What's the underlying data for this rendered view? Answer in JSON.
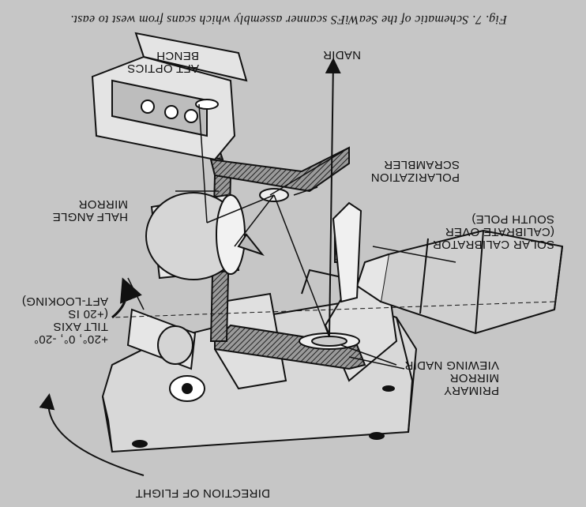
{
  "figure": {
    "caption": "Fig. 7. Schematic of the SeaWiFS scanner assembly which scans from west to east.",
    "labels": {
      "aft_optics": [
        "AFT OPTICS",
        "BENCH"
      ],
      "nadir": "NADIR",
      "polarization": [
        "POLARIZATION",
        "SCRAMBLER"
      ],
      "half_angle": [
        "HALF ANGLE",
        "MIRROR"
      ],
      "solar_calibrator": [
        "SOLAR CALIBRATOR",
        "(CALIBRATE OVER",
        "SOUTH POLE)"
      ],
      "tilt_axis": [
        "+20°, 0°, -20°",
        "TILT AXIS",
        "(+20 IS",
        "AFT-LOOKING)"
      ],
      "primary_mirror": [
        "PRIMARY",
        "MIRROR",
        "VIEWING NADIR"
      ],
      "direction": "DIRECTION OF FLIGHT"
    },
    "orientation": "rotated-180",
    "colors": {
      "background": "#c6c6c6",
      "ink": "#111111",
      "hatch": "#3a3a3a"
    }
  }
}
